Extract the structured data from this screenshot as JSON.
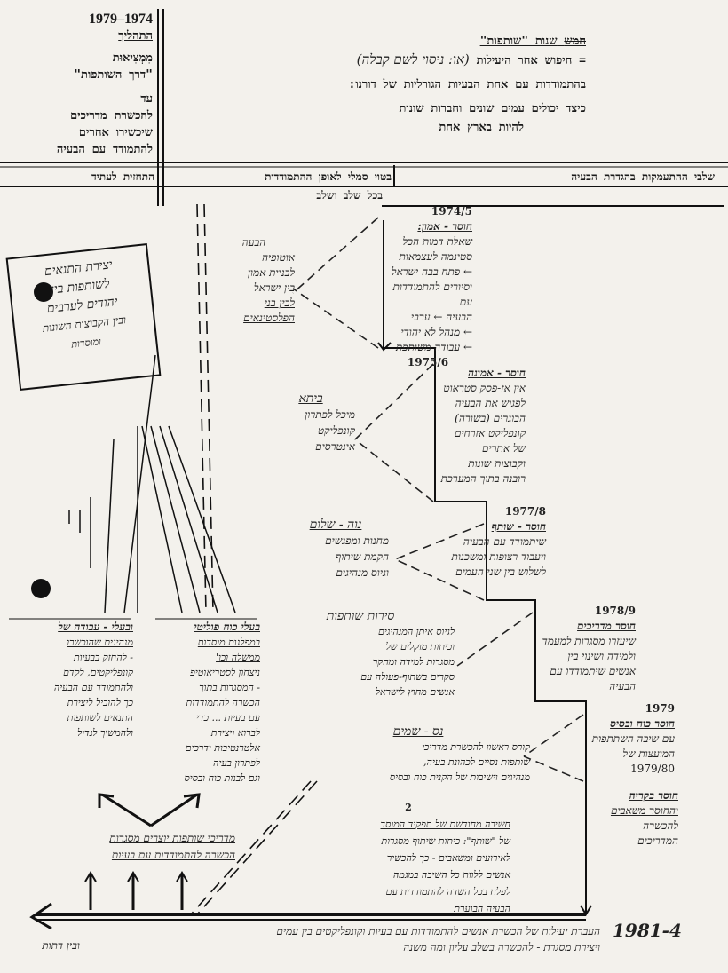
{
  "header": {
    "years": "1974–1979",
    "process_word": "התהליך",
    "from_label": "מִמְצִיאוּת",
    "path_of_partnership": "\"דרך השותפות\"",
    "until": "עד",
    "left_goal_lines": [
      "להכשרת מדריכים",
      "שיכשירו אחרים",
      "להתמודד עם הבעיה"
    ],
    "title_struck": "חמש",
    "title_rest": "שנות \"שותפות\"",
    "subtitle_prefix": "= חיפוש אחר היעילות",
    "subtitle_handwritten": "(או: ניסוי לשם קבלה)",
    "line3": "בהתמודדות עם אחת הבעיות הגורליות של דורנו:",
    "line4a": "כיצד יכולים עמים שונים וחברות שונות",
    "line4b": "להיות בארץ אחת"
  },
  "columns": {
    "right": "שלבי ההתעמקות בהגדרת הבעיה",
    "middle_a": "בטוי סמלי לאופן ההתמודדות",
    "middle_b": "בכל שלב ושלב",
    "left": "התחזית לעתיד"
  },
  "stages": [
    {
      "date": "1974/5",
      "title": "חוסר - אמון:",
      "lines": [
        "שאלת דמות הכל",
        "סטיגמה לעצמאות",
        "← פתח בבה ישראל",
        "וסיורים להתמודדות עם",
        "הבעיה ← ערבי",
        "← מנהל לא יהודי",
        "← עבודה משותפת"
      ],
      "end_date": "1975/6"
    },
    {
      "date": "",
      "title": "חוסר - אמונה",
      "lines": [
        "אין אז-פסק סטראוט",
        "לפגוש את הבעיה",
        "הבוגרים (בשורה)",
        "קונפליקט אזרחים",
        "של אתרים",
        "וקבוצות שונות",
        "רובנה בתוך המערכת"
      ],
      "end_date": ""
    },
    {
      "date": "1977/8",
      "title": "חוסר - שותף",
      "lines": [
        "שיתמודד עם הבעיה",
        "ויעבוד רצופות ומשכנות",
        "לשלוש בין שני העמים"
      ],
      "end_date": ""
    },
    {
      "date": "1978/9",
      "title": "חוסר מדריכים",
      "lines": [
        "שיעזרו מסגרות למעמד",
        "ולמידה ושינוי בין",
        "אנשים שיתמודדו עם",
        "הבעיה"
      ],
      "end_date": ""
    },
    {
      "date": "1979",
      "title": "חוסר כוח ובסיס",
      "lines": [
        "עם שיבה השתתפות",
        "המועצות של",
        "1979/80"
      ],
      "end_date": ""
    },
    {
      "date": "",
      "title": "חוסר בקריה",
      "lines": [
        "והחוסר משאבים",
        "להכשרה",
        "המדריכים"
      ],
      "end_date": ""
    }
  ],
  "symbols": [
    {
      "title": "הבעה",
      "lines": [
        "אוטופיה",
        "לבניית אמון",
        "בין ישראל",
        "לבין בני",
        "הפלסטינאים"
      ]
    },
    {
      "title": "ביתא",
      "lines": [
        "מיכל לפתרון",
        "קונפליקט",
        "אינטרסים"
      ]
    },
    {
      "title": "נוה - שלום",
      "lines": [
        "מחנות ומפגשים",
        "הקמת שיתוף",
        "וגיוס מנהיגים"
      ]
    },
    {
      "title": "סירות שותפות",
      "lines": [
        "לגיוס איתן המנהיגים",
        "וכיתות מוקלים של",
        "מסגרות למידה ומחקר",
        "סקרים בשתוף-פעולה עם",
        "אנשים מחוץ לישראל"
      ]
    },
    {
      "title": "נס - שמים",
      "lines": [
        "קורס ראשון להכשרת מדריכי",
        "שותפות נסיים לכהונת בעיה,",
        "מנהיגים וישיבות של הקנית כוח ובסיס"
      ]
    },
    {
      "num": "2",
      "title": "",
      "lines": [
        "חשיבה מחודשת של תפקיד המוסד",
        "של \"שותף\": כיתות שיתוף מסגרות",
        "לאירועים ומשאבים - כך להכשיר",
        "אנשים ללוות כל השיבה במגמה",
        "לפלח בכל השדה להתמודדות עם",
        "הבעיה הבוערת"
      ]
    }
  ],
  "future_box": {
    "lines": [
      "יצירת התנאים",
      "לשותפות בין",
      "יהודים לערבים",
      "ובין הקבוצות השונות",
      "ומוסדות"
    ]
  },
  "left_columns": [
    {
      "title": "בעלי כוח פוליטי",
      "lines": [
        "במפלגות מוסדות",
        "ממשלה וכו'",
        "ניצחון לסטריאוטיפ",
        "- המסגרות בתוך",
        "הכשרה להתמודדות",
        "עם בעיות ... כדי",
        "לברוא ויצירת",
        "אלטרנטיבות ודרכים",
        "לפתרון בעיה",
        "וגם לבנות כוח ובסיס"
      ]
    },
    {
      "title": "ובעלי - עבודה של",
      "lines": [
        "מנהיגים שהוכשרו",
        "- להחזק בבעיות",
        "קונפליקטים, לקדם",
        "ולהתמודד עם הבעיה",
        "כך להוביל ליצירת",
        "התנאים לשותפות",
        "ולהמשיך לגדול"
      ]
    }
  ],
  "bottom": {
    "instructors": [
      "מדריכי שותפות יוצרים מסגרות",
      "הכשרה להתמודדות עם בעיות"
    ],
    "conclusion_line1": "העברת יעילות של הכשרת אנשים להתמודדות עם בעיות וקונפליקטים בין עמים",
    "conclusion_line2": "ויצירת מסגרת - להכשרה בשלב עליון ומה משנה",
    "conclusion_line3": "ובין דתות",
    "final_year": "1981-4"
  }
}
